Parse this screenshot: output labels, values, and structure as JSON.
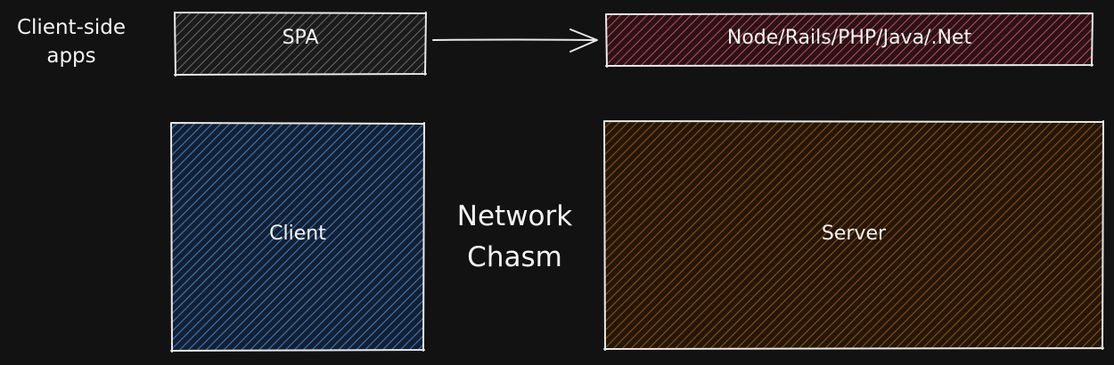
{
  "diagram": {
    "side_label": "Client-side apps",
    "spa_label": "SPA",
    "backend_label": "Node/Rails/PHP/Java/.Net",
    "client_label": "Client",
    "chasm_label": "Network Chasm",
    "server_label": "Server"
  },
  "colors": {
    "background": "#121212",
    "stroke": "#e8e8e8",
    "spa_fill": "#5a5a5a",
    "backend_fill": "#c44a5a",
    "client_fill": "#3b7ac2",
    "server_fill": "#8a5212"
  }
}
